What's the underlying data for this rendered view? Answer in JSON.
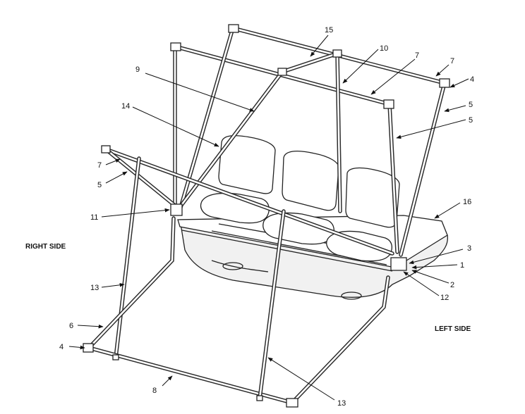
{
  "callouts": [
    {
      "id": "c15a",
      "text": "15"
    },
    {
      "id": "c10",
      "text": "10"
    },
    {
      "id": "c7a",
      "text": "7"
    },
    {
      "id": "c7b",
      "text": "7"
    },
    {
      "id": "c4a",
      "text": "4"
    },
    {
      "id": "c9",
      "text": "9"
    },
    {
      "id": "c5a",
      "text": "5"
    },
    {
      "id": "c5b",
      "text": "5"
    },
    {
      "id": "c14",
      "text": "14"
    },
    {
      "id": "c7c",
      "text": "7"
    },
    {
      "id": "c5c",
      "text": "5"
    },
    {
      "id": "c16",
      "text": "16"
    },
    {
      "id": "c11",
      "text": "11"
    },
    {
      "id": "c3",
      "text": "3"
    },
    {
      "id": "c1",
      "text": "1"
    },
    {
      "id": "c2",
      "text": "2"
    },
    {
      "id": "c12",
      "text": "12"
    },
    {
      "id": "c13a",
      "text": "13"
    },
    {
      "id": "c6",
      "text": "6"
    },
    {
      "id": "c4b",
      "text": "4"
    },
    {
      "id": "c8",
      "text": "8"
    },
    {
      "id": "c13b",
      "text": "13"
    }
  ],
  "side_labels": {
    "right": "RIGHT SIDE",
    "left": "LEFT SIDE"
  }
}
